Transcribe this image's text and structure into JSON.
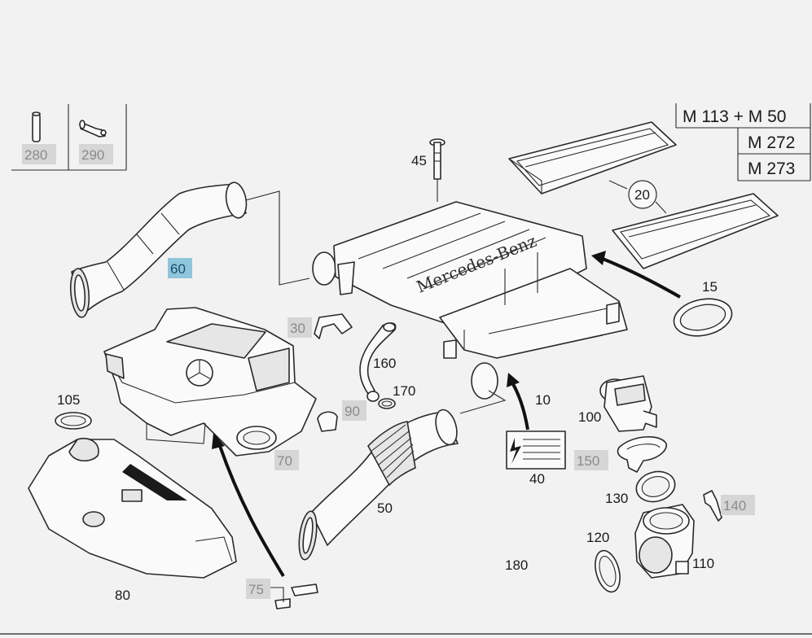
{
  "engine_variants": [
    "M 113 + M 50",
    "M 272",
    "M 273"
  ],
  "brand_text": "Mercedes-Benz",
  "labels": {
    "p280": "280",
    "p290": "290",
    "p60": "60",
    "p45": "45",
    "p20": "20",
    "p15": "15",
    "p30": "30",
    "p160": "160",
    "p170": "170",
    "p90": "90",
    "p10": "10",
    "p100": "100",
    "p105": "105",
    "p70": "70",
    "p50": "50",
    "p40": "40",
    "p150": "150",
    "p130": "130",
    "p140": "140",
    "p120": "120",
    "p180": "180",
    "p110": "110",
    "p75": "75",
    "p80": "80"
  },
  "label_styles": {
    "plain": [
      "45",
      "20",
      "15",
      "160",
      "170",
      "10",
      "100",
      "105",
      "50",
      "40",
      "130",
      "120",
      "180",
      "110",
      "80"
    ],
    "grey_boxed": [
      "280",
      "290",
      "30",
      "90",
      "70",
      "150",
      "140",
      "75"
    ],
    "highlighted": [
      "60"
    ]
  },
  "colors": {
    "highlight": "#8ec6db",
    "grey_box": "#d6d6d6",
    "line": "#2a2a2a"
  }
}
